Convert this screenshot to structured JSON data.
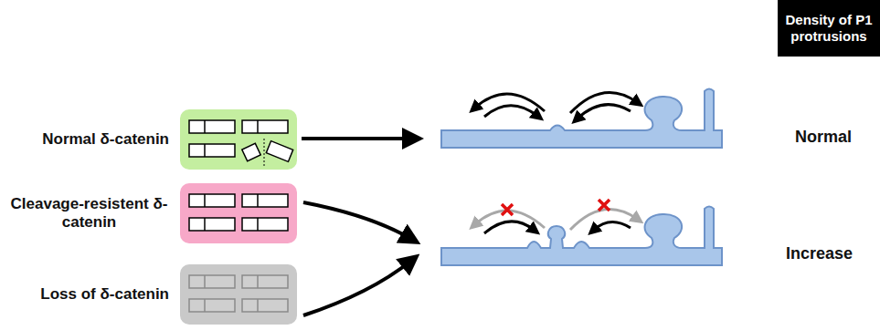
{
  "diagram": {
    "nodes": [
      {
        "text": [
          "Density of P1 protrusions"
        ]
      },
      {
        "text": [
          "Normal δ-catenin"
        ]
      },
      {
        "text": [
          "Cleavage-resistent δ-catenin"
        ]
      },
      {
        "text": [
          "Loss of δ-catenin"
        ]
      }
    ],
    "labels": [
      "Normal",
      "Increase"
    ]
  }
}
